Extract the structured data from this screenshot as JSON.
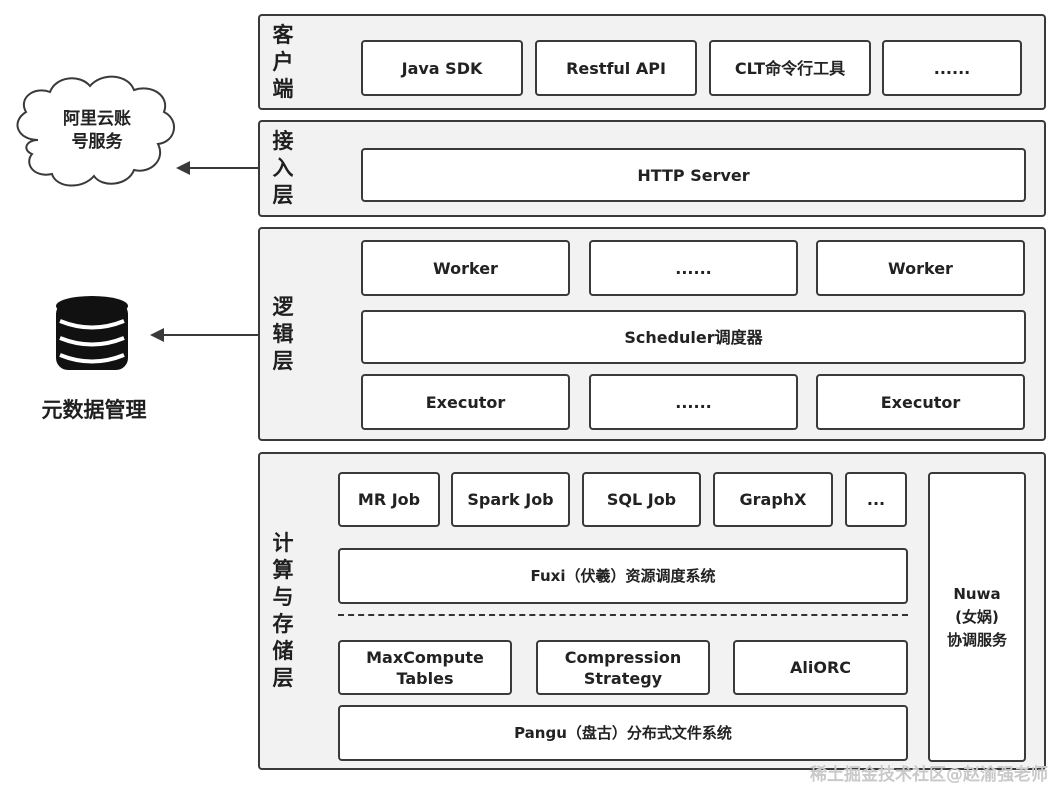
{
  "layers": {
    "client": {
      "label": "客\n户\n端",
      "items": [
        "Java SDK",
        "Restful API",
        "CLT命令行工具",
        "......"
      ]
    },
    "access": {
      "label": "接\n入\n层",
      "server": "HTTP Server"
    },
    "logic": {
      "label": "逻\n辑\n层",
      "workers": [
        "Worker",
        "......",
        "Worker"
      ],
      "scheduler": "Scheduler调度器",
      "executors": [
        "Executor",
        "......",
        "Executor"
      ]
    },
    "compute": {
      "label": "计\n算\n与\n存\n储\n层",
      "jobs": [
        "MR Job",
        "Spark Job",
        "SQL Job",
        "GraphX",
        "..."
      ],
      "fuxi": "Fuxi（伏羲）资源调度系统",
      "storage": [
        "MaxCompute\nTables",
        "Compression\nStrategy",
        "AliORC"
      ],
      "pangu": "Pangu（盘古）分布式文件系统",
      "nuwa": "Nuwa\n(女娲)\n协调服务"
    }
  },
  "external": {
    "account_service": "阿里云账\n号服务",
    "metadata": "元数据管理",
    "database_icon": "database-icon"
  },
  "watermark": "稀土掘金技术社区@赵渝强老师",
  "colors": {
    "layer_bg": "#f2f2f2",
    "box_bg": "#ffffff",
    "border": "#3a3a3a"
  }
}
